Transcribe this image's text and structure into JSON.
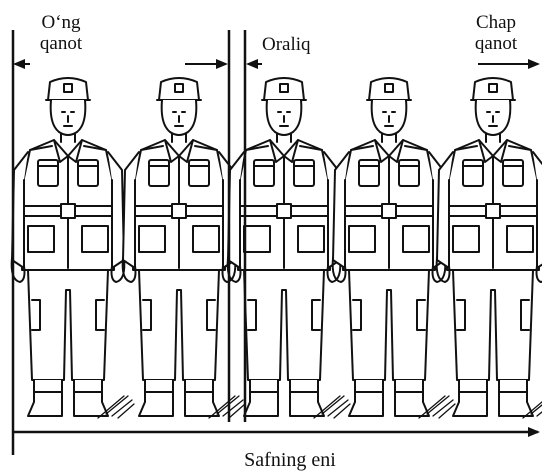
{
  "labels": {
    "right_wing_line1": "O‘ng",
    "right_wing_line2": "qanot",
    "interval": "Oraliq",
    "left_wing_line1": "Chap",
    "left_wing_line2": "qanot",
    "rank_width": "Safning eni"
  },
  "figures": {
    "count": 5,
    "depiction": "soldier-standing-at-attention"
  },
  "colors": {
    "ink": "#111111",
    "background": "#ffffff"
  }
}
